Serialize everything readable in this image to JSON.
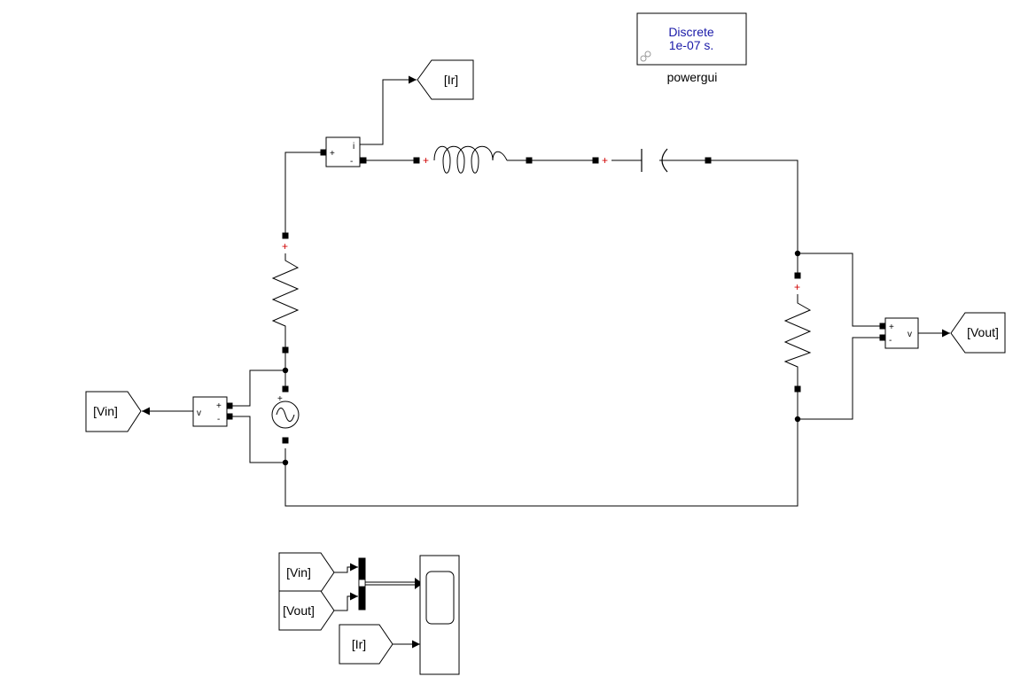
{
  "powergui": {
    "mode": "Discrete",
    "sample_time": "1e-07 s.",
    "name": "powergui"
  },
  "goto_tags": {
    "ir": "[Ir]",
    "vin": "[Vin]",
    "vout": "[Vout]"
  },
  "from_tags": {
    "vin": "[Vin]",
    "vout": "[Vout]",
    "ir": "[Ir]"
  },
  "current_meas": {
    "plus": "+",
    "minus": "-",
    "out": "i"
  },
  "vmeas_in": {
    "plus": "+",
    "minus": "-",
    "out": "v"
  },
  "vmeas_out": {
    "plus": "+",
    "minus": "-",
    "out": "v"
  }
}
